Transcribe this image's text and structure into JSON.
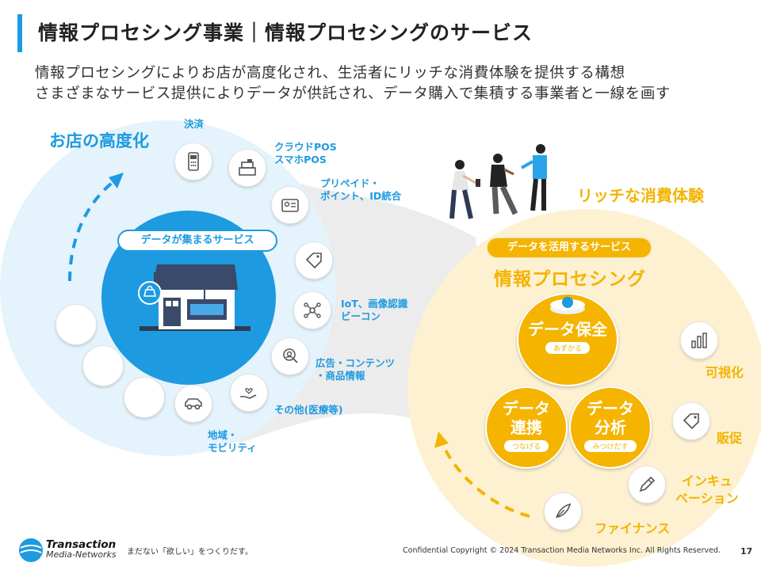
{
  "header": {
    "title": "情報プロセシング事業｜情報プロセシングのサービス",
    "lead_line1": "情報プロセシングによりお店が高度化され、生活者にリッチな消費体験を提供する構想",
    "lead_line2": "さまざまなサービス提供によりデータが供託され、データ購入で集積する事業者と一線を画す"
  },
  "left": {
    "title": "お店の高度化",
    "pill": "データが集まるサービス",
    "services": [
      {
        "label": "決済",
        "icon": "payment-terminal-icon"
      },
      {
        "label": "クラウドPOS\nスマホPOS",
        "icon": "cash-register-icon"
      },
      {
        "label": "プリペイド・\nポイント、ID統合",
        "icon": "id-card-icon"
      },
      {
        "label": "",
        "icon": "price-tag-icon"
      },
      {
        "label": "IoT、画像認識\nビーコン",
        "icon": "network-icon"
      },
      {
        "label": "広告・コンテンツ\n・商品情報",
        "icon": "face-recognition-icon"
      },
      {
        "label": "その他(医療等)",
        "icon": "hand-heart-icon"
      },
      {
        "label": "地域・\nモビリティ",
        "icon": "car-icon"
      }
    ]
  },
  "right": {
    "title": "リッチな消費体験",
    "pill": "データを活用するサービス",
    "subtitle": "情報プロセシング",
    "bubbles": [
      {
        "main": "データ保全",
        "sub": "あずかる"
      },
      {
        "main": "データ\n連携",
        "sub": "つなげる"
      },
      {
        "main": "データ\n分析",
        "sub": "みつけだす"
      }
    ],
    "experiences": [
      {
        "label": "可視化",
        "icon": "bar-chart-icon"
      },
      {
        "label": "販促",
        "icon": "coupon-tag-icon"
      },
      {
        "label": "インキュ\nベーション",
        "icon": "pen-icon"
      },
      {
        "label": "ファイナンス",
        "icon": "feather-icon"
      }
    ]
  },
  "footer": {
    "brand_line1": "Transaction",
    "brand_line2": "Media-Networks",
    "tagline": "まだない「欲しい」をつくりだす。",
    "copyright": "Confidential  Copyright © 2024 Transaction Media Networks Inc. All Rights Reserved.",
    "page": "17"
  },
  "colors": {
    "blue": "#1e9ae0",
    "yellow": "#f5b400",
    "light_blue": "#e3f3fc",
    "light_yellow": "#fdf1d3",
    "navy": "#3a4a6b"
  }
}
